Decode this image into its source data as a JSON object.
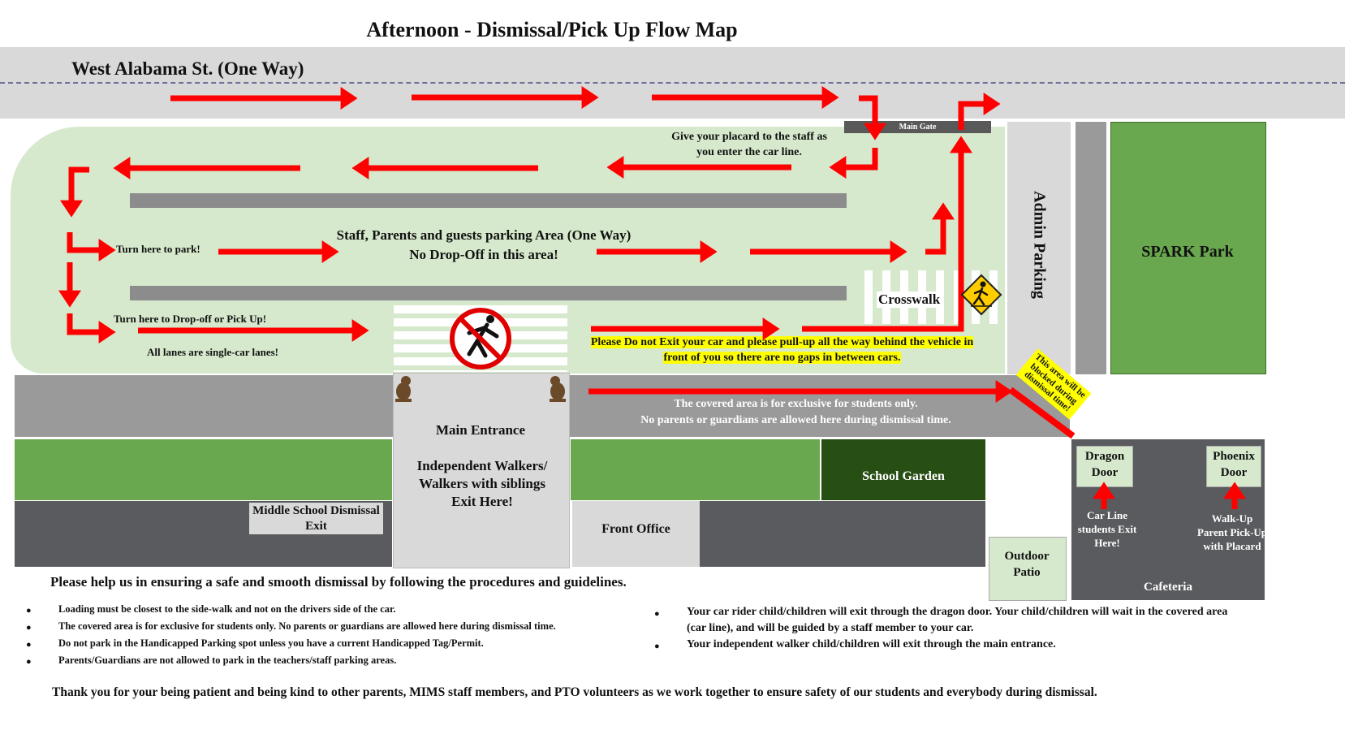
{
  "title": "Afternoon - Dismissal/Pick Up Flow Map",
  "street": "West Alabama St. (One Way)",
  "main_gate": "Main Gate",
  "placard_note": "Give your placard to the staff as you enter the car line.",
  "turn_park": "Turn here to park!",
  "turn_dropoff": "Turn here to Drop-off or Pick Up!",
  "single_lanes": "All lanes are single-car lanes!",
  "parking_area_line1": "Staff, Parents and guests parking Area (One Way)",
  "parking_area_line2": "No Drop-Off in this area!",
  "crosswalk": "Crosswalk",
  "admin_parking": "Admin Parking",
  "spark_park": "SPARK Park",
  "pullup_note": "Please Do not Exit your car and please pull-up all the way behind the vehicle in front of you so there are no gaps in between cars.",
  "blocked_note": "This area will be blocked during dismissal time!",
  "covered_line1": "The covered area is for exclusive for students only.",
  "covered_line2": "No parents or guardians are allowed here during dismissal time.",
  "main_entrance": "Main Entrance",
  "walkers_note": "Independent Walkers/ Walkers with siblings Exit Here!",
  "school_garden": "School Garden",
  "ms_exit": "Middle School Dismissal Exit",
  "front_office": "Front Office",
  "outdoor_patio": "Outdoor Patio",
  "dragon_door": "Dragon Door",
  "phoenix_door": "Phoenix Door",
  "car_line_exit": "Car Line students Exit Here!",
  "walkup_pickup": "Walk-Up Parent Pick-Up with Placard",
  "cafeteria": "Cafeteria",
  "help_heading": "Please help us in ensuring a safe and smooth dismissal by following the procedures and guidelines.",
  "guidelines_left": [
    "Loading must be closest to the side-walk and not on the drivers side of the car.",
    "The covered area is for exclusive for students only.  No parents or guardians are allowed here during dismissal time.",
    "Do not park in the Handicapped Parking spot unless you have a current Handicapped Tag/Permit.",
    "Parents/Guardians are not allowed to park in the teachers/staff parking areas."
  ],
  "guidelines_right": [
    "Your car rider child/children will exit through the dragon door. Your  child/children will wait in the covered area (car line), and will be guided by a staff member to your car.",
    "Your independent walker child/children will exit through the main entrance."
  ],
  "thank_you": "Thank you for your being patient and being kind to other parents, MIMS staff members, and PTO volunteers as we work together to ensure safety of our students and everybody during dismissal.",
  "icons": [
    "no-walking-icon",
    "pedestrian-crossing-icon",
    "dragon-statue-icon"
  ],
  "colors": {
    "arrow": "#ff0000",
    "lot": "#d6e9cc",
    "grass": "#6aa84f",
    "building": "#5a5b5e",
    "highlight": "#ffff00"
  }
}
